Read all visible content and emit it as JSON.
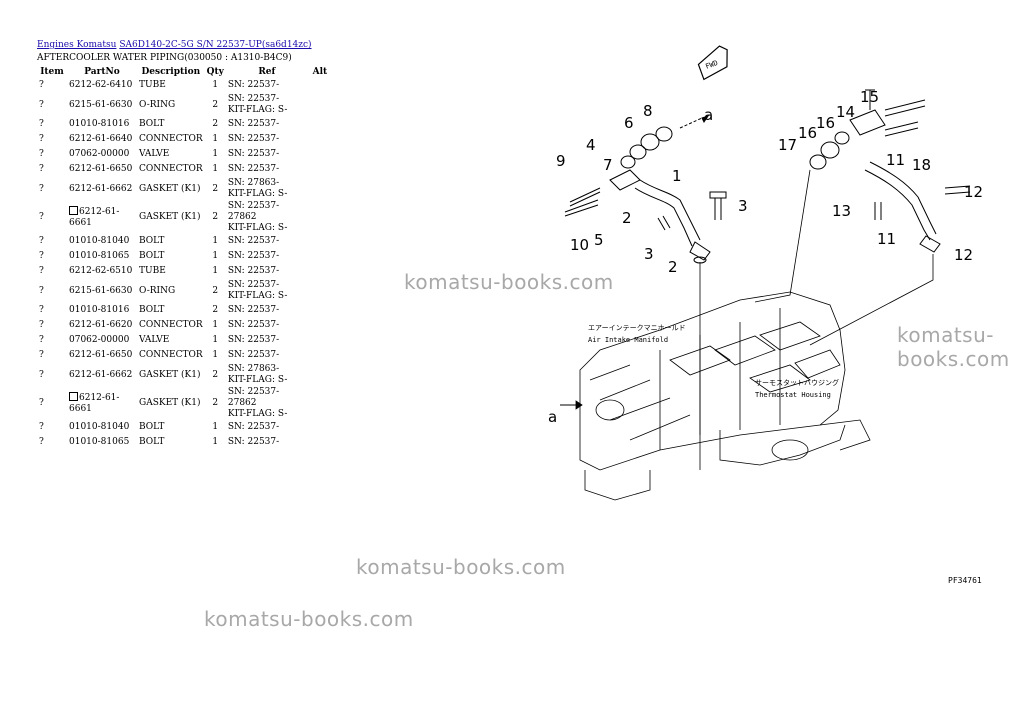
{
  "breadcrumb": {
    "link1": "Engines Komatsu",
    "link2": "SA6D140-2C-5G S/N 22537-UP(sa6d14zc)"
  },
  "subtitle": "AFTERCOOLER WATER PIPING(030050 : A1310-B4C9)",
  "table": {
    "headers": [
      "Item",
      "PartNo",
      "Description",
      "Qty",
      "Ref",
      "Alt"
    ],
    "rows": [
      {
        "item": "?",
        "part": "6212-62-6410",
        "boxed": false,
        "desc": "TUBE",
        "qty": "1",
        "ref1": "SN: 22537-",
        "ref2": ""
      },
      {
        "item": "?",
        "part": "6215-61-6630",
        "boxed": false,
        "desc": "O-RING",
        "qty": "2",
        "ref1": "SN: 22537-",
        "ref2": "KIT-FLAG: S-"
      },
      {
        "item": "?",
        "part": "01010-81016",
        "boxed": false,
        "desc": "BOLT",
        "qty": "2",
        "ref1": "SN: 22537-",
        "ref2": ""
      },
      {
        "item": "?",
        "part": "6212-61-6640",
        "boxed": false,
        "desc": "CONNECTOR",
        "qty": "1",
        "ref1": "SN: 22537-",
        "ref2": ""
      },
      {
        "item": "?",
        "part": "07062-00000",
        "boxed": false,
        "desc": "VALVE",
        "qty": "1",
        "ref1": "SN: 22537-",
        "ref2": ""
      },
      {
        "item": "?",
        "part": "6212-61-6650",
        "boxed": false,
        "desc": "CONNECTOR",
        "qty": "1",
        "ref1": "SN: 22537-",
        "ref2": ""
      },
      {
        "item": "?",
        "part": "6212-61-6662",
        "boxed": false,
        "desc": "GASKET (K1)",
        "qty": "2",
        "ref1": "SN: 27863-",
        "ref2": "KIT-FLAG: S-"
      },
      {
        "item": "?",
        "part": "6212-61-6661",
        "boxed": true,
        "desc": "GASKET (K1)",
        "qty": "2",
        "ref1": "SN: 22537-27862",
        "ref2": "KIT-FLAG: S-"
      },
      {
        "item": "?",
        "part": "01010-81040",
        "boxed": false,
        "desc": "BOLT",
        "qty": "1",
        "ref1": "SN: 22537-",
        "ref2": ""
      },
      {
        "item": "?",
        "part": "01010-81065",
        "boxed": false,
        "desc": "BOLT",
        "qty": "1",
        "ref1": "SN: 22537-",
        "ref2": ""
      },
      {
        "item": "?",
        "part": "6212-62-6510",
        "boxed": false,
        "desc": "TUBE",
        "qty": "1",
        "ref1": "SN: 22537-",
        "ref2": ""
      },
      {
        "item": "?",
        "part": "6215-61-6630",
        "boxed": false,
        "desc": "O-RING",
        "qty": "2",
        "ref1": "SN: 22537-",
        "ref2": "KIT-FLAG: S-"
      },
      {
        "item": "?",
        "part": "01010-81016",
        "boxed": false,
        "desc": "BOLT",
        "qty": "2",
        "ref1": "SN: 22537-",
        "ref2": ""
      },
      {
        "item": "?",
        "part": "6212-61-6620",
        "boxed": false,
        "desc": "CONNECTOR",
        "qty": "1",
        "ref1": "SN: 22537-",
        "ref2": ""
      },
      {
        "item": "?",
        "part": "07062-00000",
        "boxed": false,
        "desc": "VALVE",
        "qty": "1",
        "ref1": "SN: 22537-",
        "ref2": ""
      },
      {
        "item": "?",
        "part": "6212-61-6650",
        "boxed": false,
        "desc": "CONNECTOR",
        "qty": "1",
        "ref1": "SN: 22537-",
        "ref2": ""
      },
      {
        "item": "?",
        "part": "6212-61-6662",
        "boxed": false,
        "desc": "GASKET (K1)",
        "qty": "2",
        "ref1": "SN: 27863-",
        "ref2": "KIT-FLAG: S-"
      },
      {
        "item": "?",
        "part": "6212-61-6661",
        "boxed": true,
        "desc": "GASKET (K1)",
        "qty": "2",
        "ref1": "SN: 22537-27862",
        "ref2": "KIT-FLAG: S-"
      },
      {
        "item": "?",
        "part": "01010-81040",
        "boxed": false,
        "desc": "BOLT",
        "qty": "1",
        "ref1": "SN: 22537-",
        "ref2": ""
      },
      {
        "item": "?",
        "part": "01010-81065",
        "boxed": false,
        "desc": "BOLT",
        "qty": "1",
        "ref1": "SN: 22537-",
        "ref2": ""
      }
    ]
  },
  "watermarks": [
    "komatsu-books.com",
    "komatsu-books.com",
    "komatsu-books.com",
    "komatsu-books.com"
  ],
  "diagram": {
    "fwd": "FWD",
    "label_intake_jp": "エアーインテークマニホールド",
    "label_intake_en": "Air Intake Manifold",
    "label_thermo_jp": "サーモスタットハウジング",
    "label_thermo_en": "Thermostat Housing",
    "arrow_label_a1": "a",
    "arrow_label_a2": "a",
    "code": "PF34761",
    "callouts": [
      "1",
      "2",
      "2",
      "3",
      "3",
      "4",
      "5",
      "6",
      "7",
      "8",
      "9",
      "10",
      "11",
      "11",
      "12",
      "12",
      "13",
      "14",
      "15",
      "16",
      "16",
      "17",
      "18"
    ]
  }
}
